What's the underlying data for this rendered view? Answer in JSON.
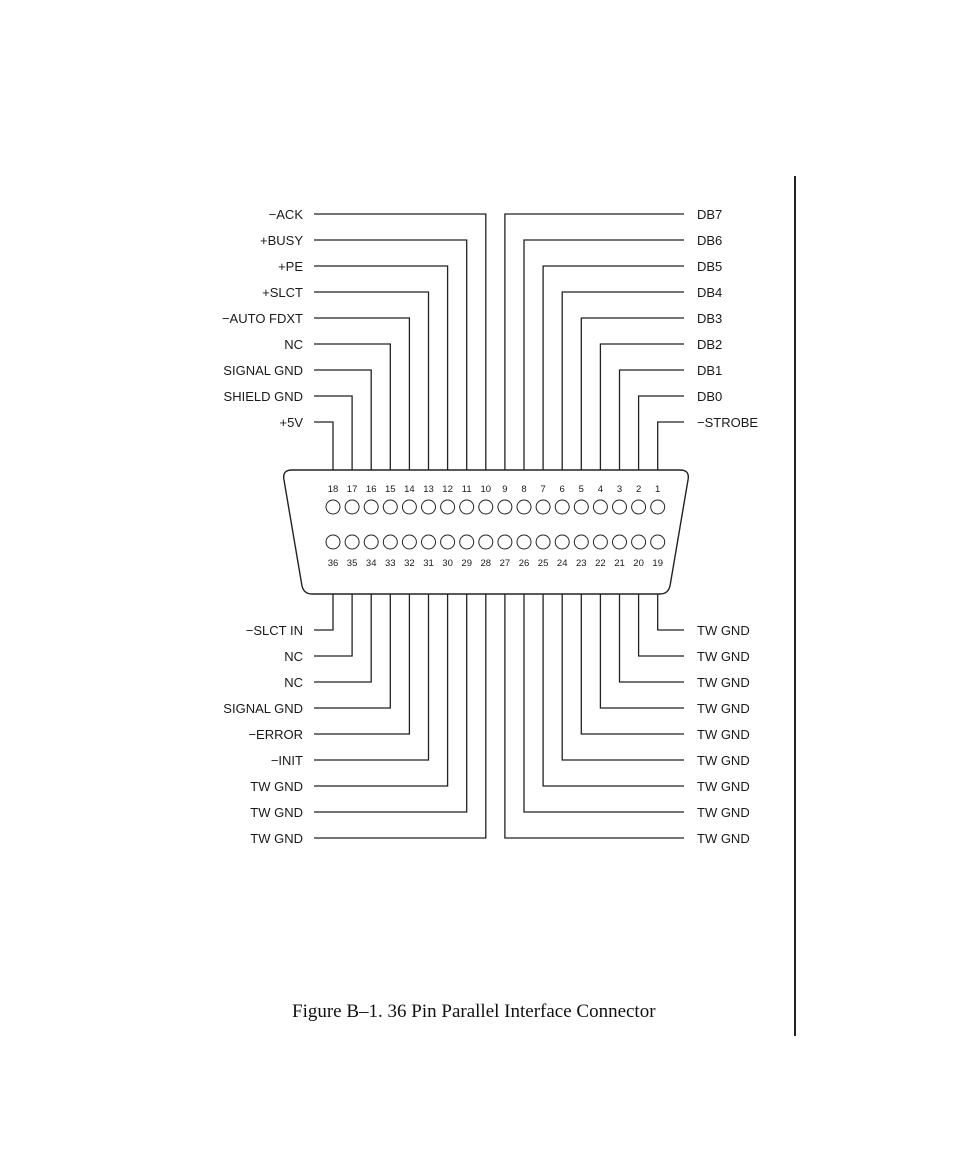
{
  "figure": {
    "caption": "Figure B–1.  36 Pin Parallel Interface Connector"
  },
  "connector": {
    "top_row_pins": [
      "18",
      "17",
      "16",
      "15",
      "14",
      "13",
      "12",
      "11",
      "10",
      "9",
      "8",
      "7",
      "6",
      "5",
      "4",
      "3",
      "2",
      "1"
    ],
    "bottom_row_pins": [
      "36",
      "35",
      "34",
      "33",
      "32",
      "31",
      "30",
      "29",
      "28",
      "27",
      "26",
      "25",
      "24",
      "23",
      "22",
      "21",
      "20",
      "19"
    ]
  },
  "signals": {
    "top_left": [
      {
        "label": "−ACK",
        "pin": "10"
      },
      {
        "label": "+BUSY",
        "pin": "11"
      },
      {
        "label": "+PE",
        "pin": "12"
      },
      {
        "label": "+SLCT",
        "pin": "13"
      },
      {
        "label": "−AUTO FDXT",
        "pin": "14"
      },
      {
        "label": "NC",
        "pin": "15"
      },
      {
        "label": "SIGNAL GND",
        "pin": "16"
      },
      {
        "label": "SHIELD GND",
        "pin": "17"
      },
      {
        "label": "+5V",
        "pin": "18"
      }
    ],
    "top_right": [
      {
        "label": "DB7",
        "pin": "9"
      },
      {
        "label": "DB6",
        "pin": "8"
      },
      {
        "label": "DB5",
        "pin": "7"
      },
      {
        "label": "DB4",
        "pin": "6"
      },
      {
        "label": "DB3",
        "pin": "5"
      },
      {
        "label": "DB2",
        "pin": "4"
      },
      {
        "label": "DB1",
        "pin": "3"
      },
      {
        "label": "DB0",
        "pin": "2"
      },
      {
        "label": "−STROBE",
        "pin": "1"
      }
    ],
    "bottom_left": [
      {
        "label": "−SLCT IN",
        "pin": "36"
      },
      {
        "label": "NC",
        "pin": "35"
      },
      {
        "label": "NC",
        "pin": "34"
      },
      {
        "label": "SIGNAL GND",
        "pin": "33"
      },
      {
        "label": "−ERROR",
        "pin": "32"
      },
      {
        "label": "−INIT",
        "pin": "31"
      },
      {
        "label": "TW GND",
        "pin": "30"
      },
      {
        "label": "TW GND",
        "pin": "29"
      },
      {
        "label": "TW GND",
        "pin": "28"
      }
    ],
    "bottom_right": [
      {
        "label": "TW GND",
        "pin": "19"
      },
      {
        "label": "TW GND",
        "pin": "20"
      },
      {
        "label": "TW GND",
        "pin": "21"
      },
      {
        "label": "TW GND",
        "pin": "22"
      },
      {
        "label": "TW GND",
        "pin": "23"
      },
      {
        "label": "TW GND",
        "pin": "24"
      },
      {
        "label": "TW GND",
        "pin": "25"
      },
      {
        "label": "TW GND",
        "pin": "26"
      },
      {
        "label": "TW GND",
        "pin": "27"
      }
    ]
  }
}
